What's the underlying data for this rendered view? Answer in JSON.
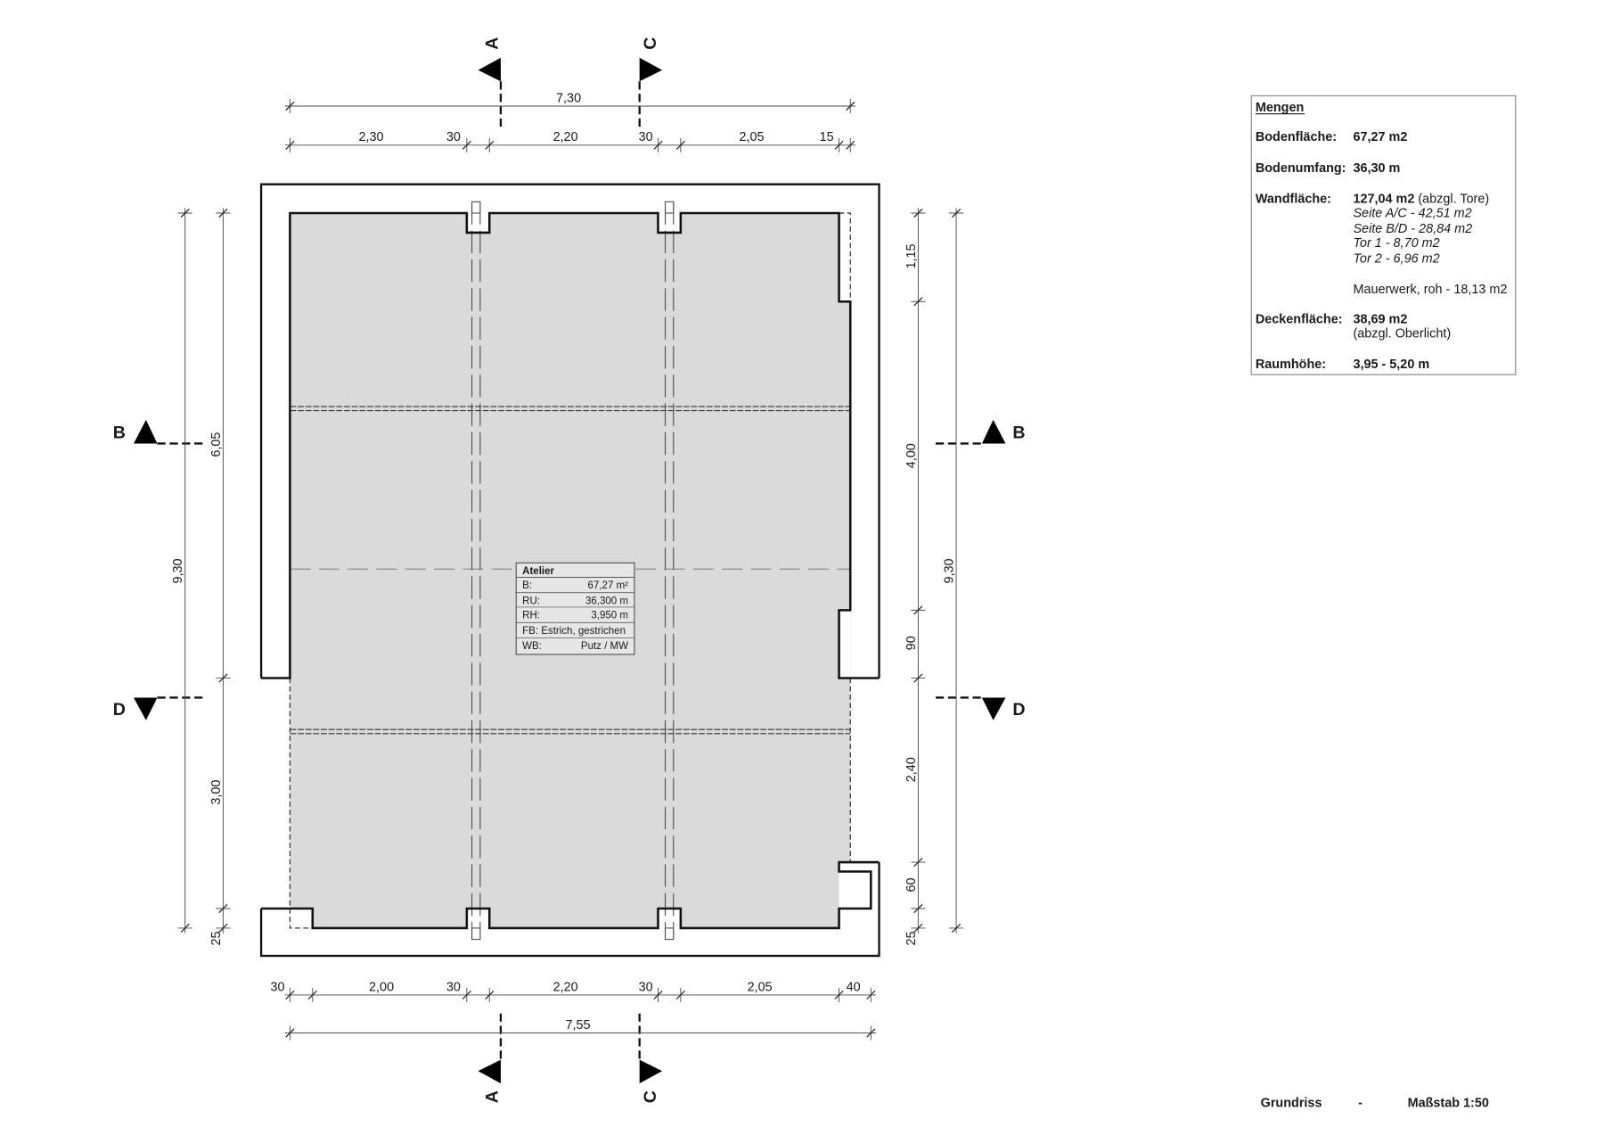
{
  "section_markers": {
    "top": {
      "a": "A",
      "c": "C"
    },
    "bottom": {
      "a": "A",
      "c": "C"
    },
    "left": {
      "b": "B",
      "d": "D"
    },
    "right": {
      "b": "B",
      "d": "D"
    }
  },
  "dimensions": {
    "top_total": "7,30",
    "top": [
      "2,30",
      "30",
      "2,20",
      "30",
      "2,05",
      "15"
    ],
    "bottom": [
      "30",
      "2,00",
      "30",
      "2,20",
      "30",
      "2,05",
      "40"
    ],
    "bottom_total": "7,55",
    "left_total": "9,30",
    "left": [
      "6,05",
      "3,00",
      "25"
    ],
    "right": [
      "1,15",
      "4,00",
      "90",
      "2,40",
      "60",
      "25"
    ],
    "right_total": "9,30"
  },
  "room_stamp": {
    "name": "Atelier",
    "rows": [
      {
        "label": "B:",
        "value": "67,27 m²"
      },
      {
        "label": "RU:",
        "value": "36,300 m"
      },
      {
        "label": "RH:",
        "value": "3,950 m"
      },
      {
        "label": "FB: Estrich, gestrichen"
      },
      {
        "label": "WB:",
        "value": "Putz / MW"
      }
    ]
  },
  "quantities": {
    "title": "Mengen",
    "floor_area_label": "Bodenfläche:",
    "floor_area": "67,27 m2",
    "floor_perimeter_label": "Bodenumfang:",
    "floor_perimeter": "36,30 m",
    "wall_area_label": "Wandfläche:",
    "wall_area": "127,04 m2",
    "wall_area_note": " (abzgl. Tore)",
    "wall_details": [
      "Seite A/C - 42,51 m2",
      "Seite B/D - 28,84 m2",
      "Tor 1 - 8,70 m2",
      "Tor 2 - 6,96 m2"
    ],
    "masonry": "Mauerwerk, roh - 18,13 m2",
    "ceiling_area_label": "Deckenfläche:",
    "ceiling_area": "38,69 m2",
    "ceiling_area_note": "(abzgl. Oberlicht)",
    "room_height_label": "Raumhöhe:",
    "room_height": "3,95 - 5,20 m"
  },
  "footer": {
    "drawing": "Grundriss",
    "separator": "-",
    "scale": "Maßstab 1:50"
  }
}
